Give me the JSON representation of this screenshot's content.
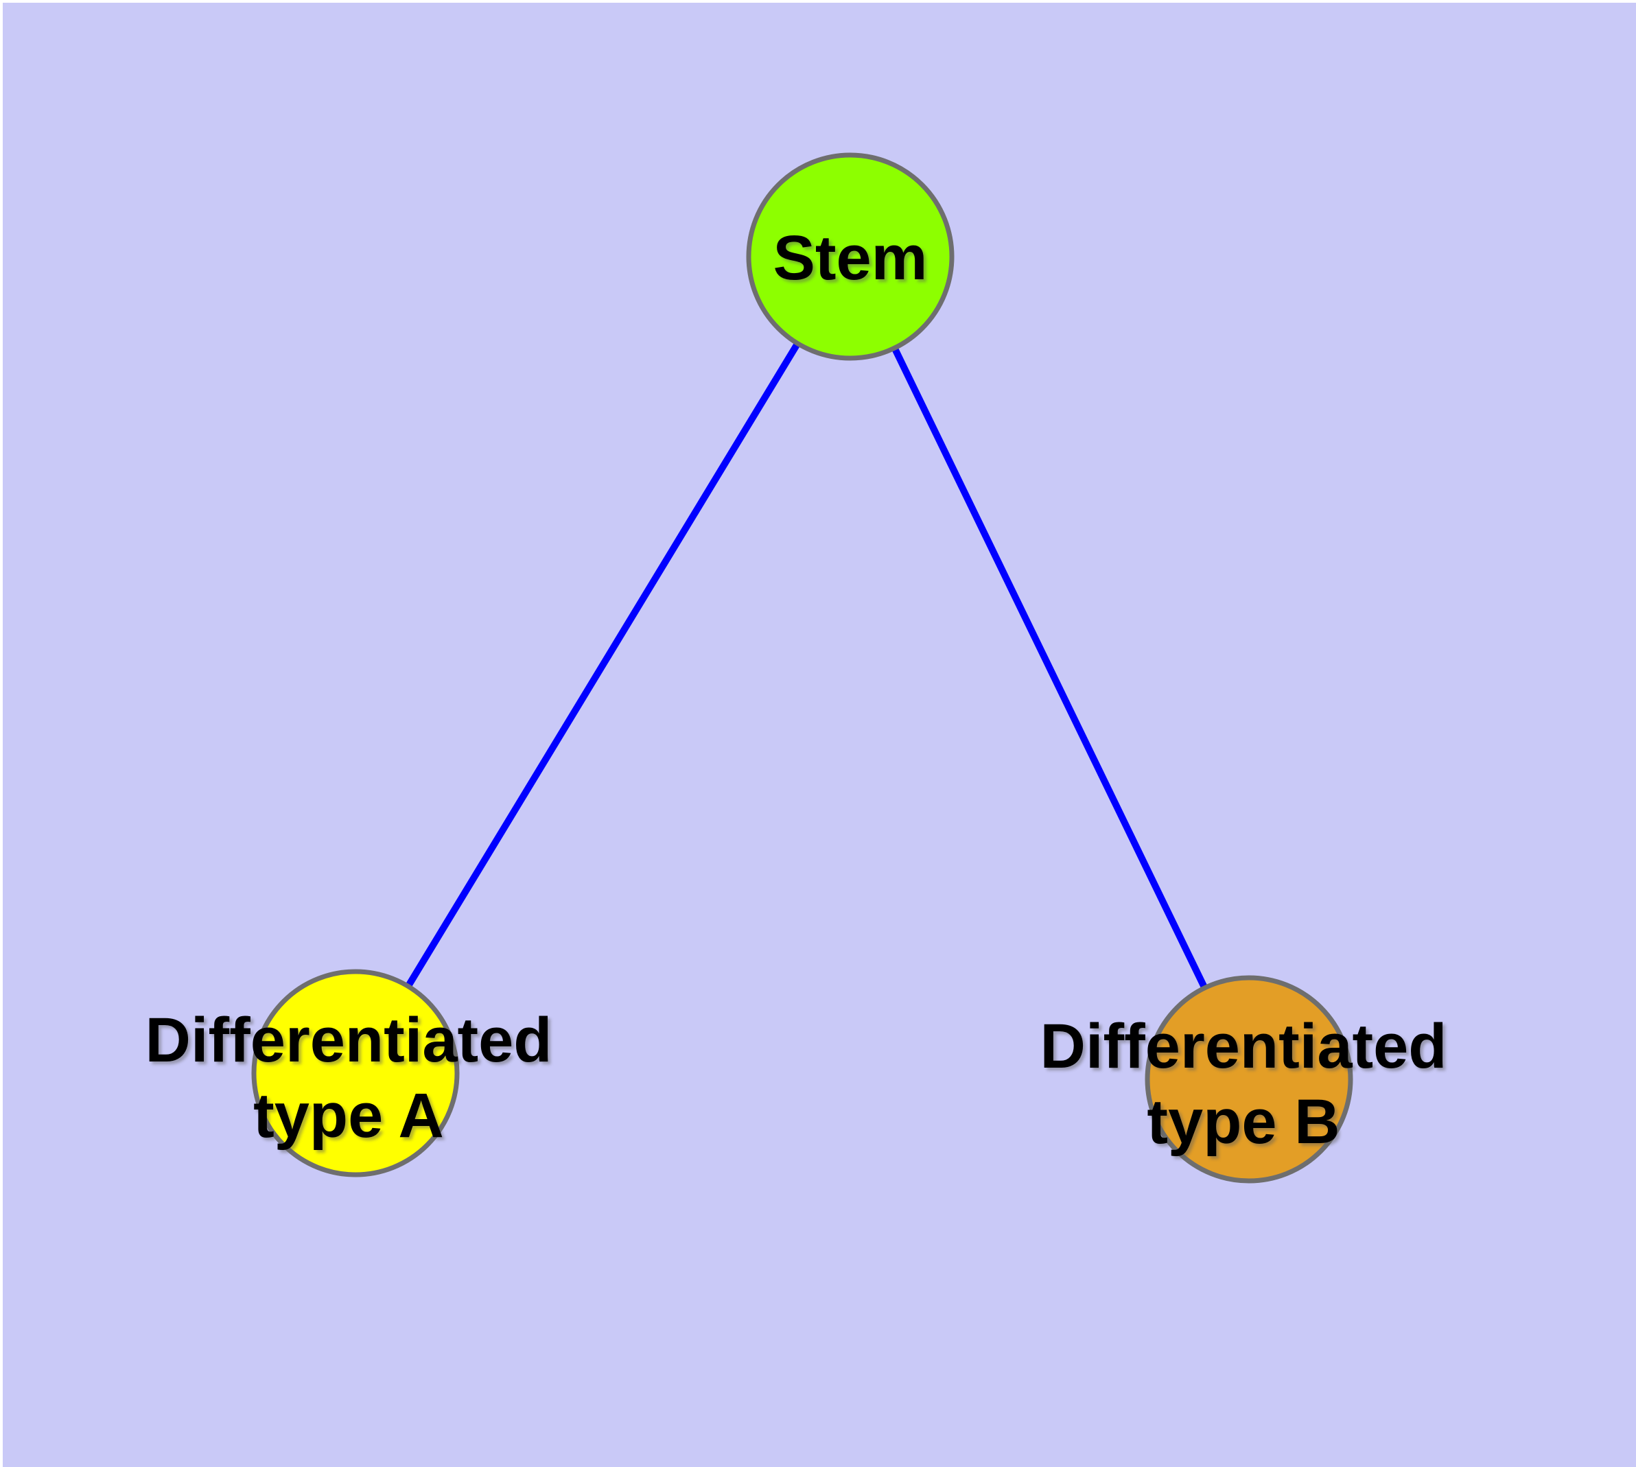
{
  "diagram": {
    "background_color": "#c9c9f7",
    "page_margin_color": "#ffffff",
    "edge_color": "#0000ff",
    "node_border_color": "#6e6e6e",
    "text_color": "#000000",
    "nodes": {
      "stem": {
        "label": "Stem",
        "fill": "#8dff00"
      },
      "type_a": {
        "label_line1": "Differentiated",
        "label_line2": "type A",
        "fill": "#ffff00"
      },
      "type_b": {
        "label_line1": "Differentiated",
        "label_line2": "type B",
        "fill": "#e39e26"
      }
    },
    "edges": [
      {
        "from": "Stem",
        "to": "Differentiated type A"
      },
      {
        "from": "Stem",
        "to": "Differentiated type B"
      }
    ]
  }
}
